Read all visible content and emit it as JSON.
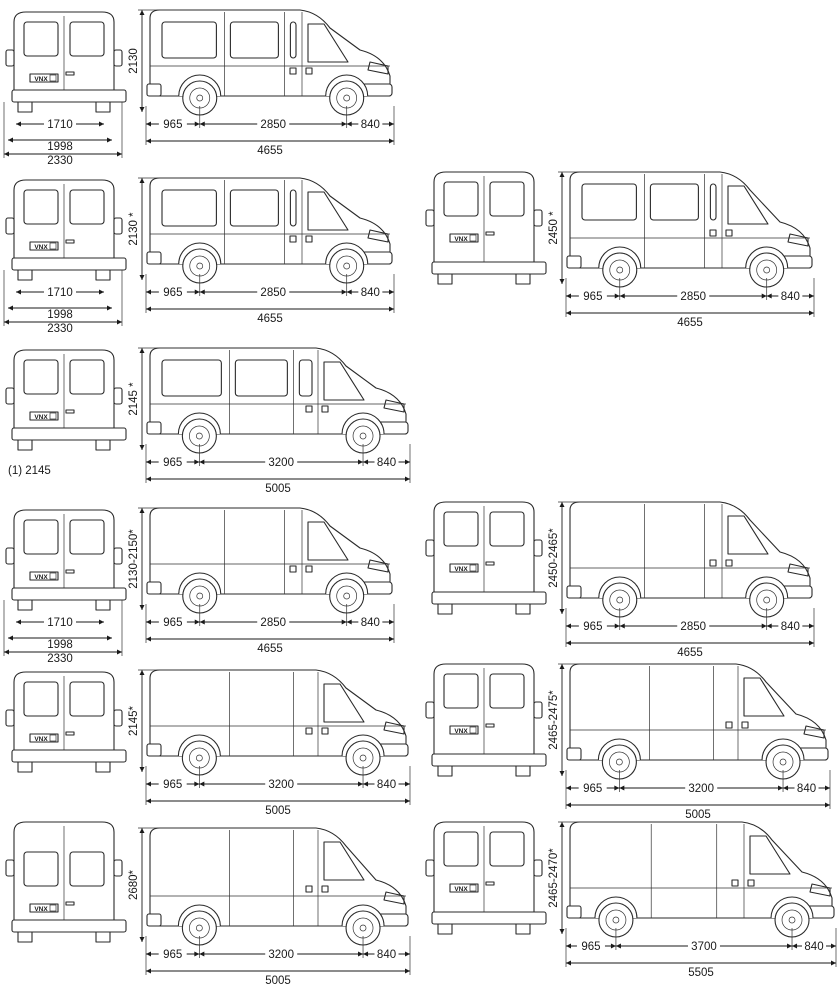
{
  "drawings": [
    {
      "row": 0,
      "col": 0,
      "roof": "low",
      "side_height": "2130",
      "wb": "2850",
      "len": "4655",
      "track_inner": "1710",
      "track_body": "1998",
      "track_mirrors": "2330",
      "windows": true,
      "footnote": ""
    },
    {
      "row": 1,
      "col": 0,
      "roof": "low",
      "side_height": "2130 *",
      "wb": "2850",
      "len": "4655",
      "track_inner": "1710",
      "track_body": "1998",
      "track_mirrors": "2330",
      "windows": true,
      "footnote": ""
    },
    {
      "row": 1,
      "col": 1,
      "roof": "high",
      "side_height": "2450 *",
      "wb": "2850",
      "len": "4655",
      "track_inner": "",
      "track_body": "",
      "track_mirrors": "",
      "windows": true,
      "footnote": ""
    },
    {
      "row": 2,
      "col": 0,
      "roof": "low",
      "side_height": "2145 *",
      "wb": "3200",
      "len": "5005",
      "track_inner": "",
      "track_body": "",
      "track_mirrors": "",
      "windows": true,
      "footnote": "(1) 2145"
    },
    {
      "row": 3,
      "col": 0,
      "roof": "low",
      "side_height": "2130-2150*",
      "wb": "2850",
      "len": "4655",
      "track_inner": "1710",
      "track_body": "1998",
      "track_mirrors": "2330",
      "windows": false,
      "footnote": ""
    },
    {
      "row": 3,
      "col": 1,
      "roof": "high",
      "side_height": "2450-2465*",
      "wb": "2850",
      "len": "4655",
      "track_inner": "",
      "track_body": "",
      "track_mirrors": "",
      "windows": false,
      "footnote": ""
    },
    {
      "row": 4,
      "col": 0,
      "roof": "low",
      "side_height": "2145*",
      "wb": "3200",
      "len": "5005",
      "track_inner": "",
      "track_body": "",
      "track_mirrors": "",
      "windows": false,
      "footnote": ""
    },
    {
      "row": 4,
      "col": 1,
      "roof": "high",
      "side_height": "2465-2475*",
      "wb": "3200",
      "len": "5005",
      "track_inner": "",
      "track_body": "",
      "track_mirrors": "",
      "windows": false,
      "footnote": ""
    },
    {
      "row": 5,
      "col": 0,
      "roof": "extra",
      "side_height": "2680*",
      "wb": "3200",
      "len": "5005",
      "track_inner": "",
      "track_body": "",
      "track_mirrors": "",
      "windows": false,
      "footnote": ""
    },
    {
      "row": 5,
      "col": 1,
      "roof": "high",
      "side_height": "2465-2470*",
      "wb": "3700",
      "len": "5505",
      "track_inner": "",
      "track_body": "",
      "track_mirrors": "",
      "windows": false,
      "footnote": ""
    }
  ],
  "front_overhang": "965",
  "rear_overhang": "840",
  "badge_text": "VNX",
  "colors": {
    "line": "#2a2a2a",
    "paper": "#ffffff"
  }
}
